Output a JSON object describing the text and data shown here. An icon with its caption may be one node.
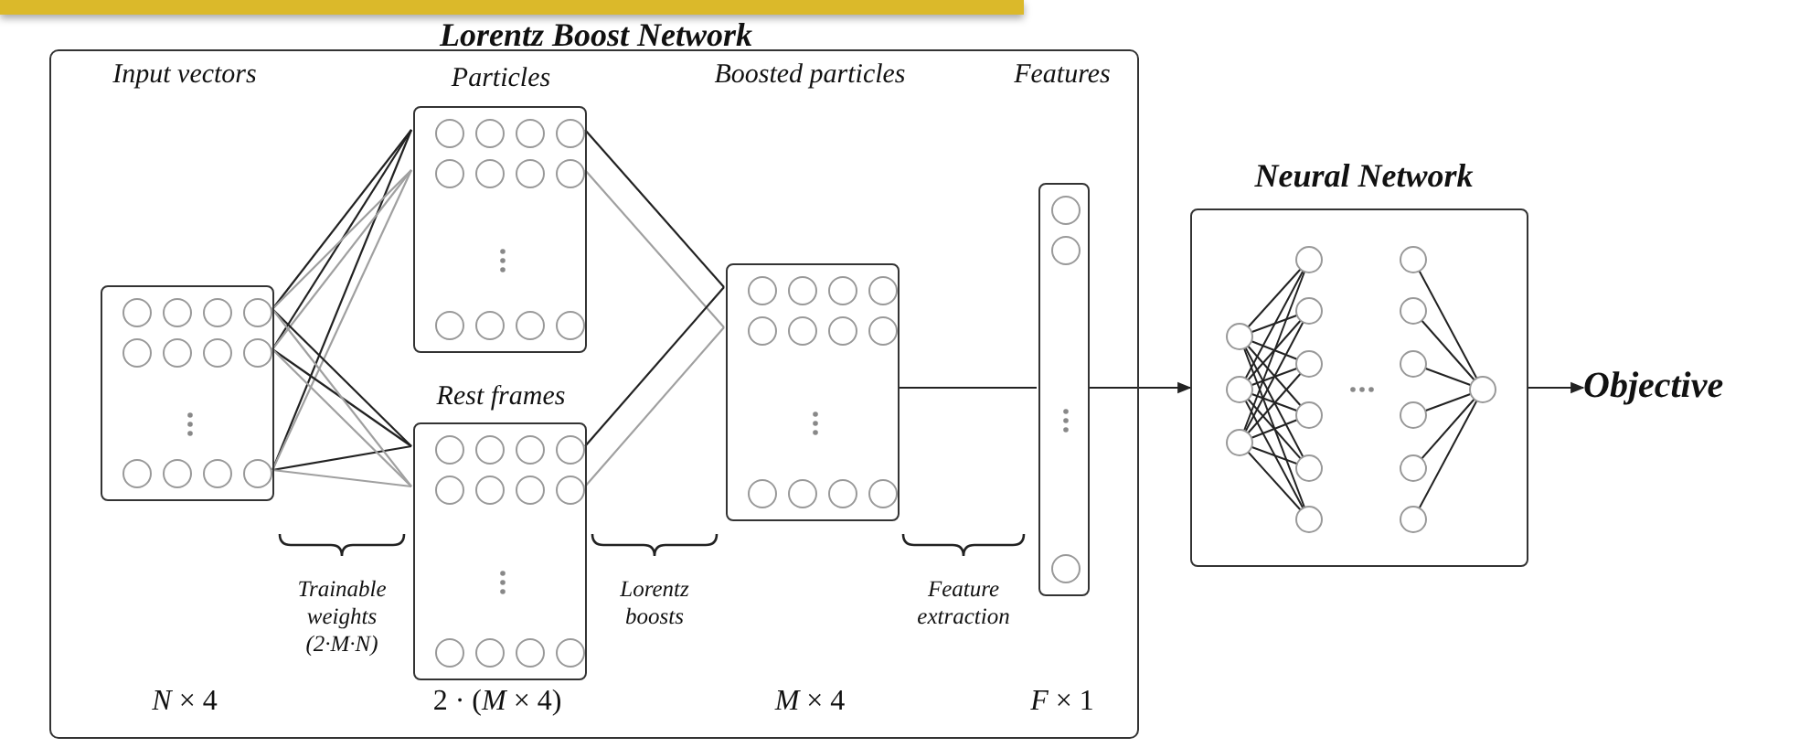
{
  "diagram": {
    "nodes": [
      {
        "text": [
          "Lorentz Boost Network"
        ]
      },
      {
        "text": [],
        "shape": "box",
        "in": 0
      },
      {
        "text": [
          "Particles"
        ],
        "in": 0
      },
      {
        "text": [
          "Rest frames"
        ],
        "in": 0
      },
      {
        "text": [],
        "shape": "box",
        "in": 0
      },
      {
        "text": [],
        "shape": "box",
        "in": 0
      },
      {
        "text": [
          "Neural Network"
        ]
      },
      {
        "text": [
          "Objective"
        ]
      }
    ],
    "edges": [
      {
        "from": 1,
        "to": 2,
        "arrow": "none"
      },
      {
        "from": 1,
        "to": 2,
        "arrow": "none"
      },
      {
        "from": 1,
        "to": 2,
        "arrow": "none"
      },
      {
        "from": 1,
        "to": 2,
        "arrow": "none",
        "color": "#a0a0a0"
      },
      {
        "from": 1,
        "to": 2,
        "arrow": "none",
        "color": "#a0a0a0"
      },
      {
        "from": 1,
        "to": 2,
        "arrow": "none",
        "color": "#a0a0a0"
      },
      {
        "from": 1,
        "to": 3,
        "arrow": "none"
      },
      {
        "from": 1,
        "to": 3,
        "arrow": "none"
      },
      {
        "from": 1,
        "to": 3,
        "arrow": "none"
      },
      {
        "from": 1,
        "to": 3,
        "arrow": "none",
        "color": "#a0a0a0"
      },
      {
        "from": 1,
        "to": 3,
        "arrow": "none",
        "color": "#a0a0a0"
      },
      {
        "from": 1,
        "to": 3,
        "arrow": "none",
        "color": "#a0a0a0"
      },
      {
        "from": 2,
        "to": 4,
        "arrow": "none"
      },
      {
        "from": 2,
        "to": 4,
        "arrow": "none",
        "color": "#a0a0a0"
      },
      {
        "from": 3,
        "to": 4,
        "arrow": "none"
      },
      {
        "from": 3,
        "to": 4,
        "arrow": "none",
        "color": "#a0a0a0"
      },
      {
        "from": 4,
        "to": 5,
        "arrow": "none"
      },
      {
        "from": 5,
        "to": 6,
        "arrow": "to"
      },
      {
        "from": 6,
        "to": 7,
        "arrow": "to"
      }
    ],
    "labels": [
      "Input vectors",
      "Boosted particles",
      "Features",
      "Trainable weights (2·M·N)",
      "Lorentz boosts",
      "Feature extraction",
      "*N* × 4",
      "2 · (*M* × 4)",
      "*M* × 4",
      "*F* × 1"
    ]
  }
}
